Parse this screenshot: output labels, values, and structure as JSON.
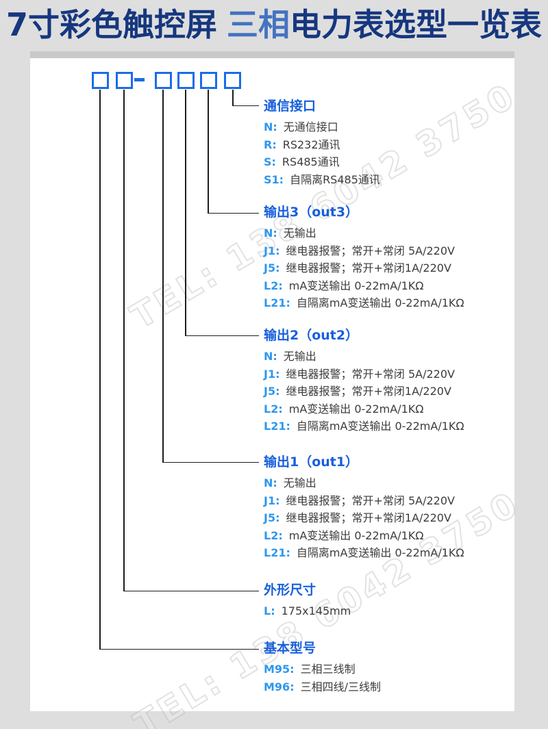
{
  "title": {
    "part1": "7寸彩色触控屏",
    "part2": "三相",
    "part3": "电力表选型一览表"
  },
  "watermark": {
    "text": "TEL: 138 6042 3750"
  },
  "model_code": {
    "box_count": 6,
    "separator": "-",
    "separator_position": "after 2nd box"
  },
  "colors": {
    "heading_blue": "#175fdd",
    "code_blue": "#2e97ee",
    "box_border_blue": "#1b6ce8",
    "title_navy": "#16377f",
    "title_light_blue": "#4472c2",
    "body_text": "#3c3c3c",
    "background": "#dedede",
    "panel": "#ffffff"
  },
  "sections": [
    {
      "id": "comm-interface",
      "heading": "通信接口",
      "items": [
        {
          "code": "N:",
          "desc": "无通信接口"
        },
        {
          "code": "R:",
          "desc": "RS232通讯"
        },
        {
          "code": "S:",
          "desc": "RS485通讯"
        },
        {
          "code": "S1:",
          "desc": "自隔离RS485通讯"
        }
      ]
    },
    {
      "id": "out3",
      "heading": "输出3（out3）",
      "items": [
        {
          "code": "N:",
          "desc": "无输出"
        },
        {
          "code": "J1:",
          "desc": "继电器报警；常开+常闭 5A/220V"
        },
        {
          "code": "J5:",
          "desc": "继电器报警；常开+常闭1A/220V"
        },
        {
          "code": "L2:",
          "desc": "mA变送输出 0-22mA/1KΩ"
        },
        {
          "code": "L21:",
          "desc": "自隔离mA变送输出 0-22mA/1KΩ"
        }
      ]
    },
    {
      "id": "out2",
      "heading": "输出2（out2）",
      "items": [
        {
          "code": "N:",
          "desc": "无输出"
        },
        {
          "code": "J1:",
          "desc": "继电器报警；常开+常闭 5A/220V"
        },
        {
          "code": "J5:",
          "desc": "继电器报警；常开+常闭1A/220V"
        },
        {
          "code": "L2:",
          "desc": "mA变送输出 0-22mA/1KΩ"
        },
        {
          "code": "L21:",
          "desc": "自隔离mA变送输出 0-22mA/1KΩ"
        }
      ]
    },
    {
      "id": "out1",
      "heading": "输出1（out1）",
      "items": [
        {
          "code": "N:",
          "desc": "无输出"
        },
        {
          "code": "J1:",
          "desc": "继电器报警；常开+常闭 5A/220V"
        },
        {
          "code": "J5:",
          "desc": "继电器报警；常开+常闭1A/220V"
        },
        {
          "code": "L2:",
          "desc": "mA变送输出 0-22mA/1KΩ"
        },
        {
          "code": "L21:",
          "desc": "自隔离mA变送输出 0-22mA/1KΩ"
        }
      ]
    },
    {
      "id": "dimensions",
      "heading": "外形尺寸",
      "items": [
        {
          "code": "L:",
          "desc": "175x145mm"
        }
      ]
    },
    {
      "id": "base-model",
      "heading": "基本型号",
      "items": [
        {
          "code": "M95:",
          "desc": "三相三线制"
        },
        {
          "code": "M96:",
          "desc": "三相四线/三线制"
        }
      ]
    }
  ]
}
